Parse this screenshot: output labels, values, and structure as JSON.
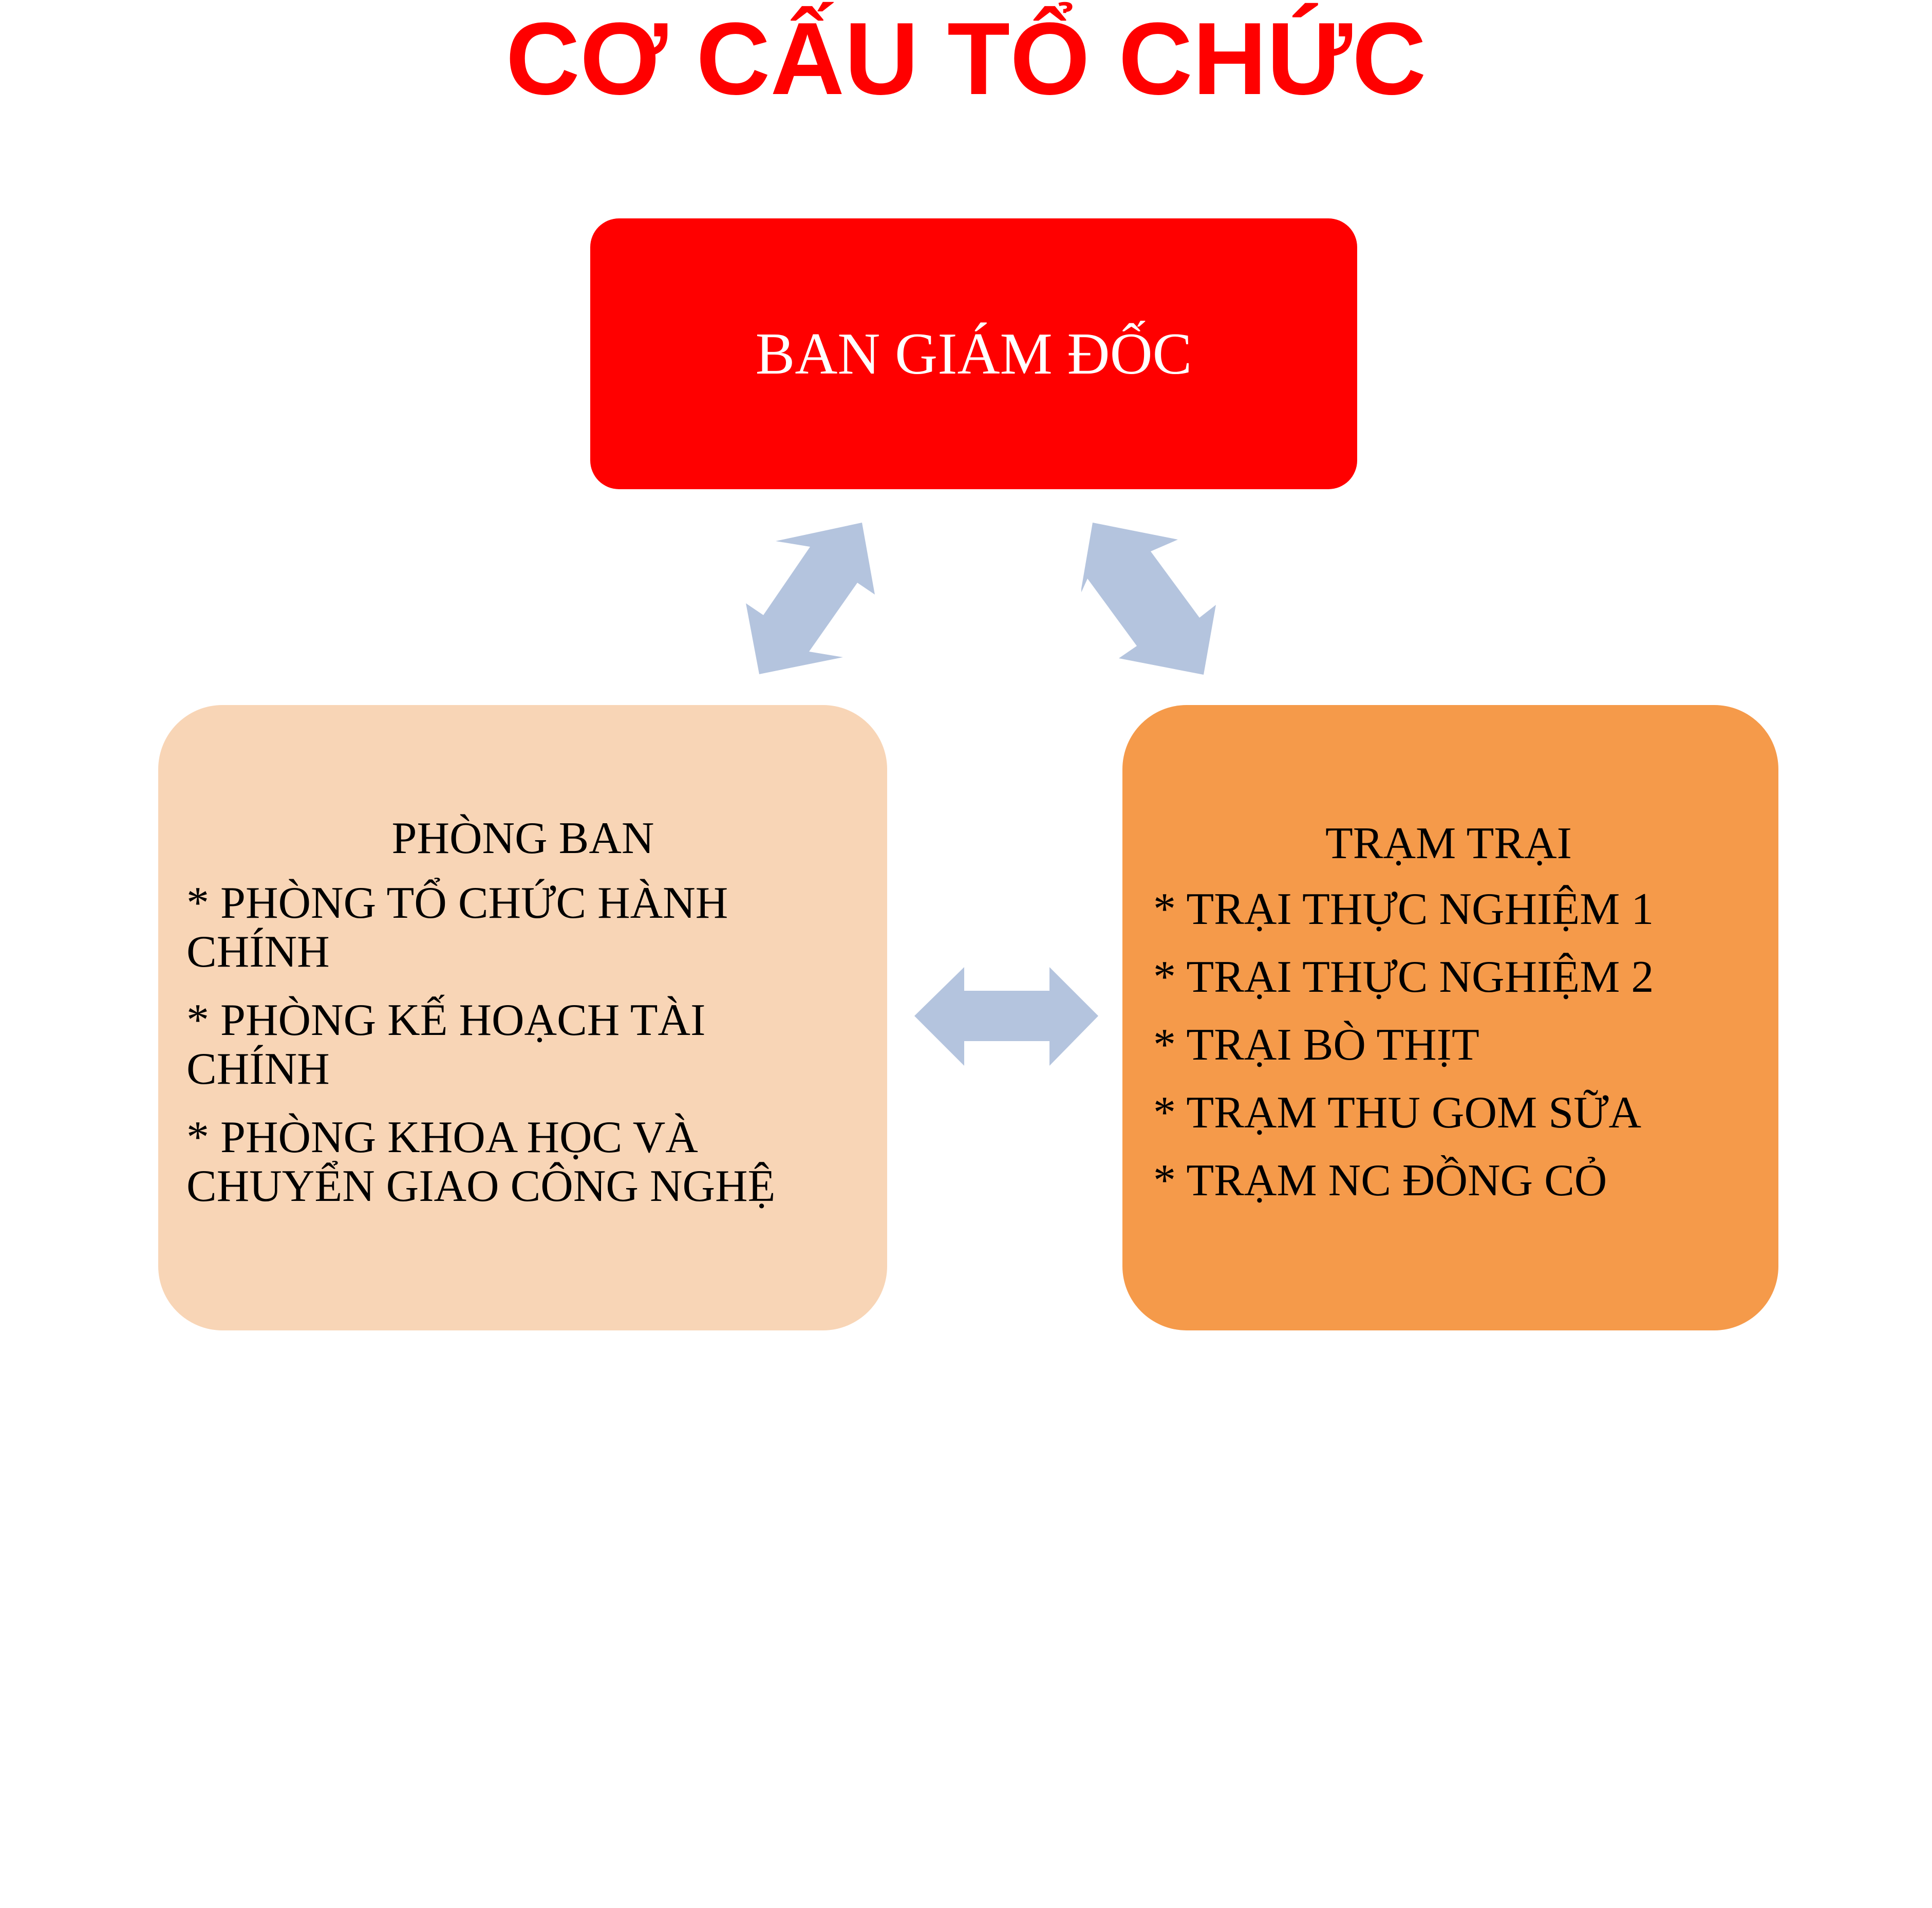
{
  "page": {
    "title": "CƠ CẤU TỔ CHỨC"
  },
  "director": {
    "label": "BAN GIÁM ĐỐC"
  },
  "departments": {
    "heading": "PHÒNG BAN",
    "items": [
      "* PHÒNG TỔ CHỨC HÀNH CHÍNH",
      "* PHÒNG KẾ HOẠCH TÀI CHÍNH",
      "* PHÒNG KHOA HỌC VÀ CHUYỂN GIAO CÔNG NGHỆ"
    ]
  },
  "stations": {
    "heading": "TRẠM TRẠI",
    "items": [
      "* TRẠI THỰC NGHIỆM 1",
      "* TRẠI THỰC NGHIỆM 2",
      "* TRẠI BÒ THỊT",
      "* TRẠM THU GOM SỮA",
      "* TRẠM NC ĐỒNG CỎ"
    ]
  },
  "colors": {
    "title": "#ff0000",
    "director_fill": "#ff0000",
    "departments_fill": "#f8d5b6",
    "stations_fill": "#f59a4a",
    "arrow_fill": "#b4c4de"
  }
}
